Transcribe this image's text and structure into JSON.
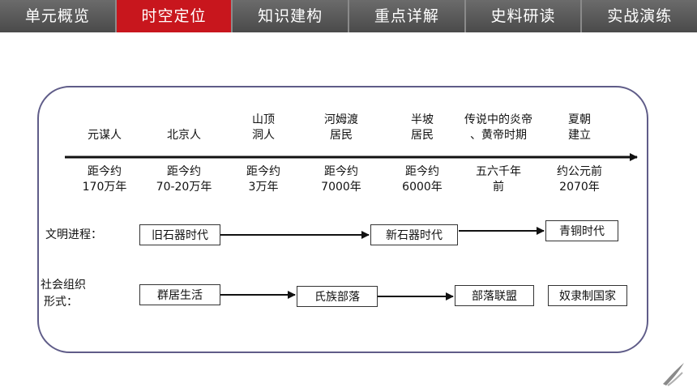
{
  "tabs": [
    "单元概览",
    "时空定位",
    "知识建构",
    "重点详解",
    "史料研读",
    "实战演练"
  ],
  "active_tab": "时空定位",
  "timeline": {
    "events": [
      {
        "top": "元谋人",
        "bottom": [
          "距今约",
          "170万年"
        ]
      },
      {
        "top": "北京人",
        "bottom": [
          "距今约",
          "70-20万年"
        ]
      },
      {
        "top": "山顶\n洞人",
        "bottom": [
          "距今约",
          "3万年"
        ]
      },
      {
        "top": "河姆渡\n居民",
        "bottom": [
          "距今约",
          "7000年"
        ]
      },
      {
        "top": "半坡\n居民",
        "bottom": [
          "距今约",
          "6000年"
        ]
      },
      {
        "top": "传说中的炎帝\n、黄帝时期",
        "bottom": [
          "五六千年",
          "前"
        ]
      },
      {
        "top": "夏朝\n建立",
        "bottom": [
          "约公元前",
          "2070年"
        ]
      }
    ]
  },
  "civilization": {
    "label": "文明进程：",
    "stages": [
      "旧石器时代",
      "新石器时代",
      "青铜时代"
    ]
  },
  "social": {
    "label_line1": "社会组织",
    "label_line2": "形式：",
    "stages": [
      "群居生活",
      "氏族部落",
      "部落联盟",
      "奴隶制国家"
    ]
  }
}
